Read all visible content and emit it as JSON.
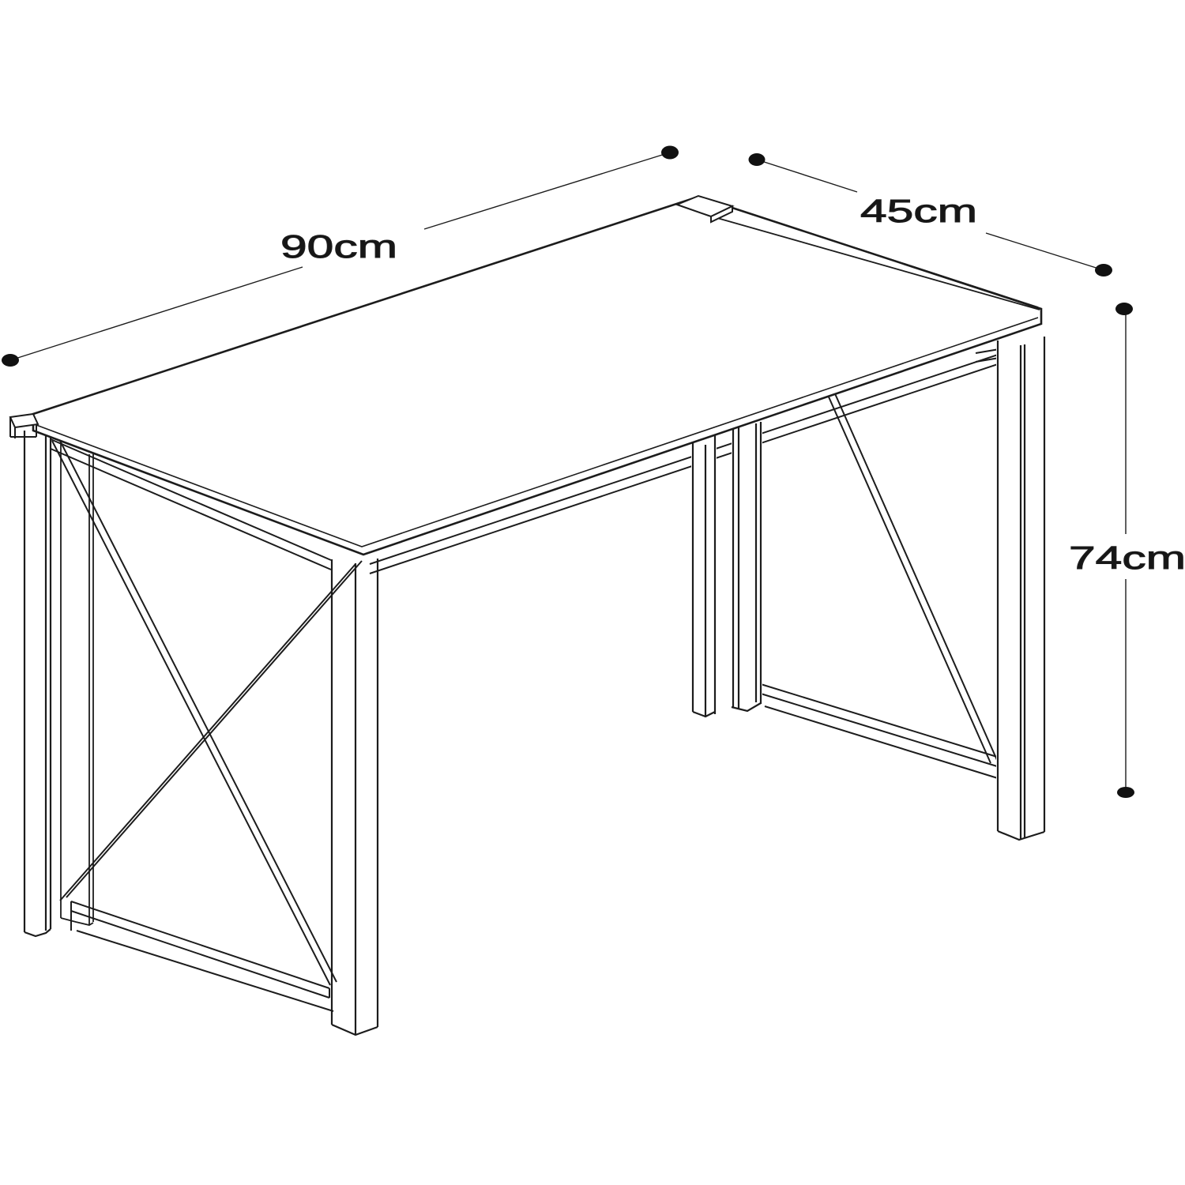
{
  "diagram": {
    "object": "desk-wireframe",
    "dimensions": {
      "width": {
        "label": "90cm",
        "value": 90,
        "unit": "cm"
      },
      "depth": {
        "label": "45cm",
        "value": 45,
        "unit": "cm"
      },
      "height": {
        "label": "74cm",
        "value": 74,
        "unit": "cm"
      }
    },
    "colors": {
      "background": "#ffffff",
      "line": "#1c1c1c",
      "label": "#161616",
      "dot": "#111111"
    },
    "icons": {
      "endpoint": "dimension-endpoint-dot"
    }
  }
}
